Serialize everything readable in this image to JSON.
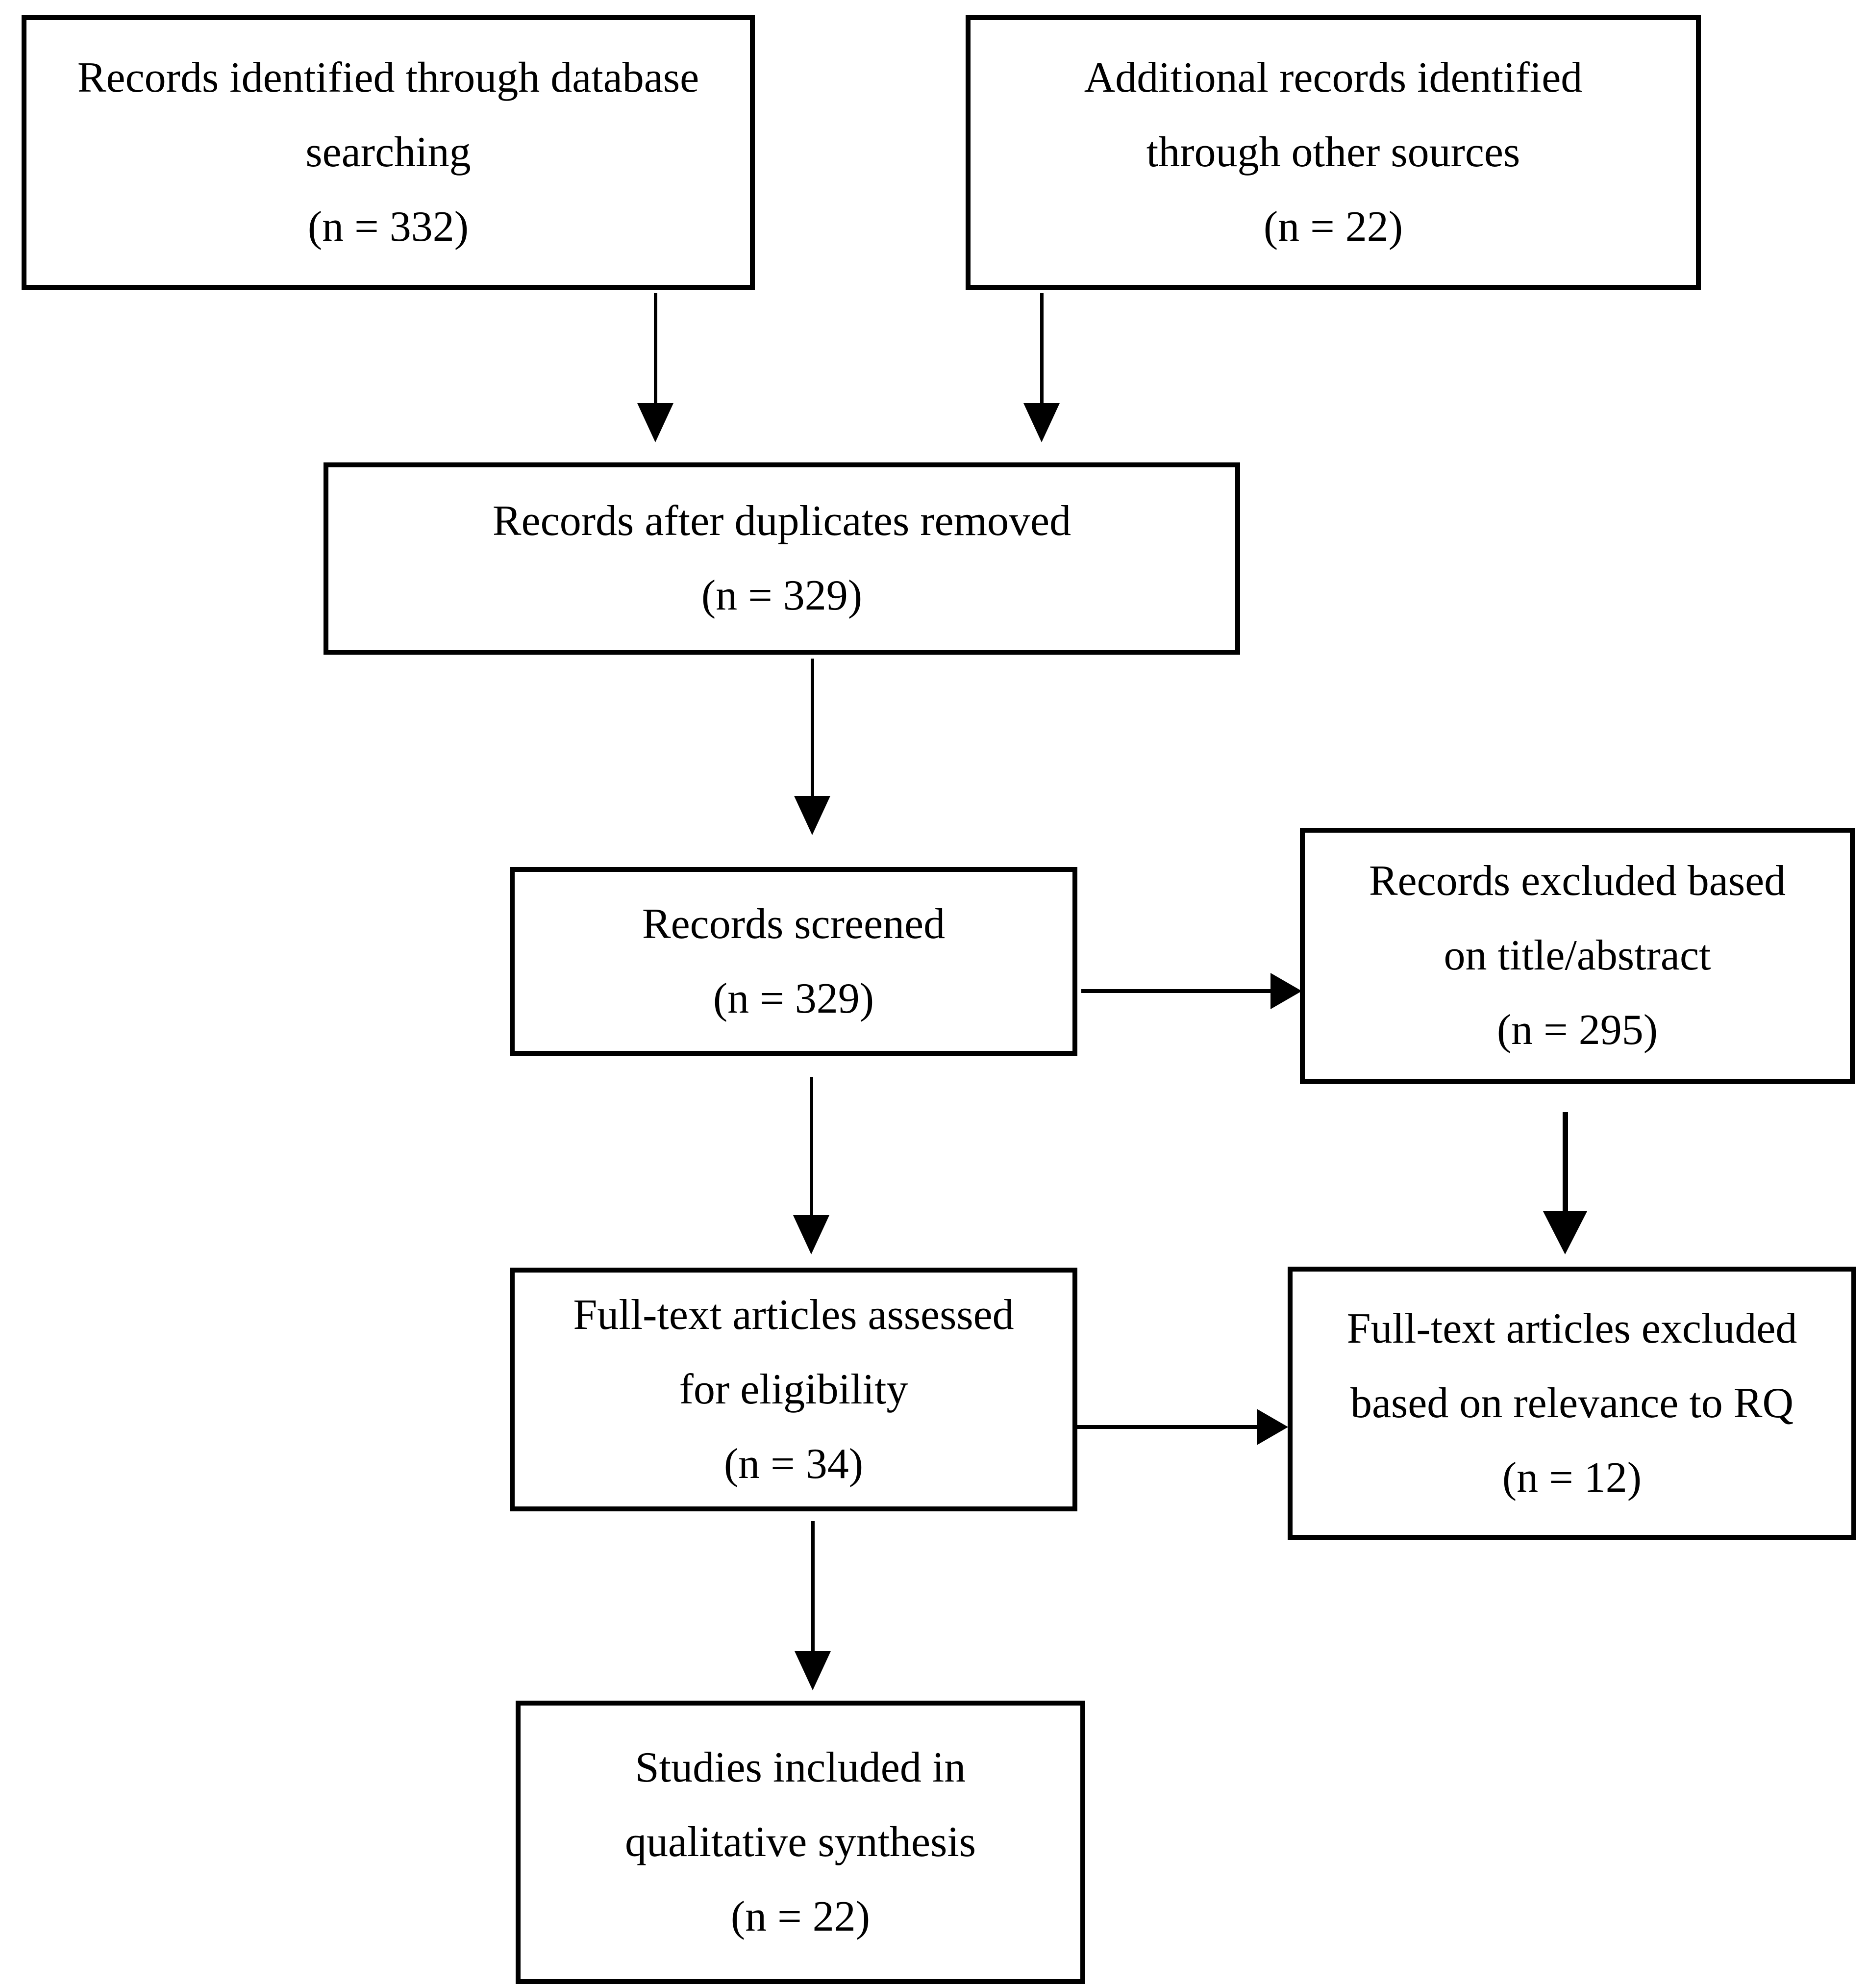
{
  "diagram_type": "study-selection-flow",
  "colors": {
    "background": "#ffffff",
    "box_border": "#000000",
    "text": "#000000",
    "arrow": "#000000"
  },
  "boxes": [
    {
      "id": "records-identified",
      "lines": [
        "Records identified through database",
        "searching",
        "(n = 332)"
      ],
      "n": 332
    },
    {
      "id": "additional-records",
      "lines": [
        "Additional records identified",
        "through other sources",
        "(n = 22)"
      ],
      "n": 22
    },
    {
      "id": "after-duplicates",
      "lines": [
        "Records after duplicates removed",
        "(n = 329)"
      ],
      "n": 329
    },
    {
      "id": "records-screened",
      "lines": [
        "Records screened",
        "(n = 329)"
      ],
      "n": 329
    },
    {
      "id": "records-excluded",
      "lines": [
        "Records excluded based",
        "on title/abstract",
        "(n = 295)"
      ],
      "n": 295
    },
    {
      "id": "fulltext-assessed",
      "lines": [
        "Full-text articles assessed",
        "for eligibility",
        "(n = 34)"
      ],
      "n": 34
    },
    {
      "id": "fulltext-excluded",
      "lines": [
        "Full-text articles excluded",
        "based on relevance to RQ",
        "(n = 12)"
      ],
      "n": 12
    },
    {
      "id": "studies-included",
      "lines": [
        "Studies included in",
        "qualitative synthesis",
        "(n = 22)"
      ],
      "n": 22
    }
  ],
  "flows": [
    {
      "from": "records-identified",
      "to": "after-duplicates"
    },
    {
      "from": "additional-records",
      "to": "after-duplicates"
    },
    {
      "from": "after-duplicates",
      "to": "records-screened"
    },
    {
      "from": "records-screened",
      "to": "records-excluded"
    },
    {
      "from": "records-screened",
      "to": "fulltext-assessed"
    },
    {
      "from": "records-excluded",
      "to": "fulltext-excluded"
    },
    {
      "from": "fulltext-assessed",
      "to": "fulltext-excluded"
    },
    {
      "from": "fulltext-assessed",
      "to": "studies-included"
    }
  ]
}
